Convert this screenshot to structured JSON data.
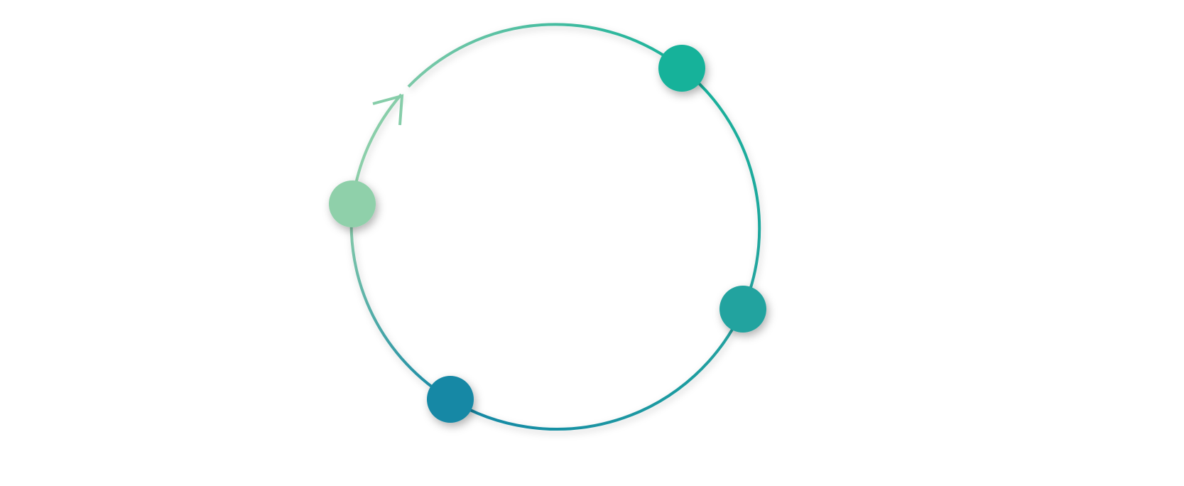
{
  "diagram": {
    "type": "cycle",
    "direction": "clockwise",
    "nodes": [
      {
        "id": "node-1",
        "color": "#18b29a"
      },
      {
        "id": "node-2",
        "color": "#22a39f"
      },
      {
        "id": "node-3",
        "color": "#1488a5"
      },
      {
        "id": "node-4",
        "color": "#8fd0aa"
      }
    ],
    "arrow_color": "#86cda9",
    "start_color": "#7cc9a8"
  }
}
